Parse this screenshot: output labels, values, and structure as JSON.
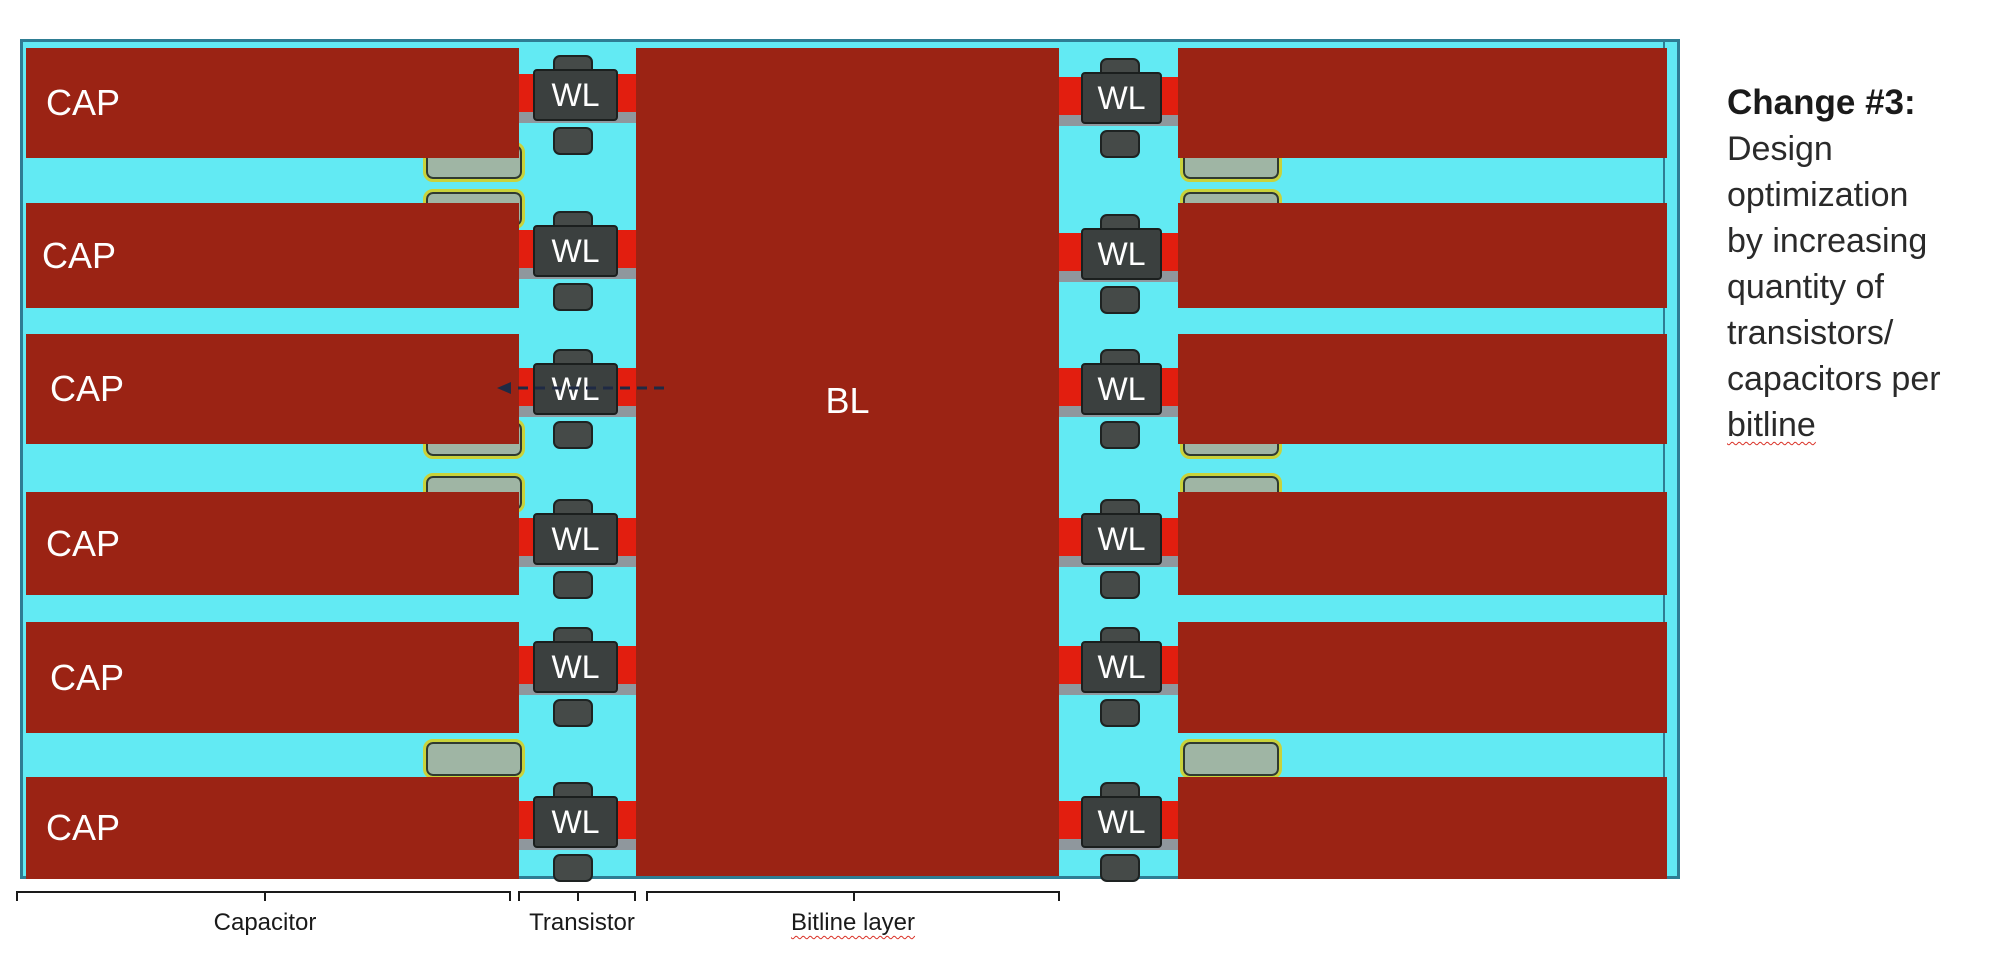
{
  "diagram": {
    "capacitor_label": "CAP",
    "bitline_label": "BL",
    "wordline_label": "WL",
    "colors": {
      "substrate": "#62eaf3",
      "metal": "#9b2314",
      "gate": "#3b403f",
      "contact": "#e21e0f",
      "outline": "#c9d23a"
    }
  },
  "left_caps": [
    {
      "label": "CAP"
    },
    {
      "label": "CAP"
    },
    {
      "label": "CAP"
    },
    {
      "label": "CAP"
    },
    {
      "label": "CAP"
    },
    {
      "label": "CAP"
    }
  ],
  "left_wordlines": [
    {
      "label": "WL"
    },
    {
      "label": "WL"
    },
    {
      "label": "WL"
    },
    {
      "label": "WL"
    },
    {
      "label": "WL"
    },
    {
      "label": "WL"
    }
  ],
  "right_wordlines": [
    {
      "label": "WL"
    },
    {
      "label": "WL"
    },
    {
      "label": "WL"
    },
    {
      "label": "WL"
    },
    {
      "label": "WL"
    },
    {
      "label": "WL"
    }
  ],
  "brackets": {
    "capacitor": "Capacitor",
    "transistor": "Transistor",
    "bitline_layer": "Bitline layer"
  },
  "annotation": {
    "heading": "Change #3:",
    "lines": [
      "Design",
      "optimization",
      "by increasing",
      "quantity of",
      "transistors/",
      "capacitors per",
      "bitline"
    ]
  }
}
